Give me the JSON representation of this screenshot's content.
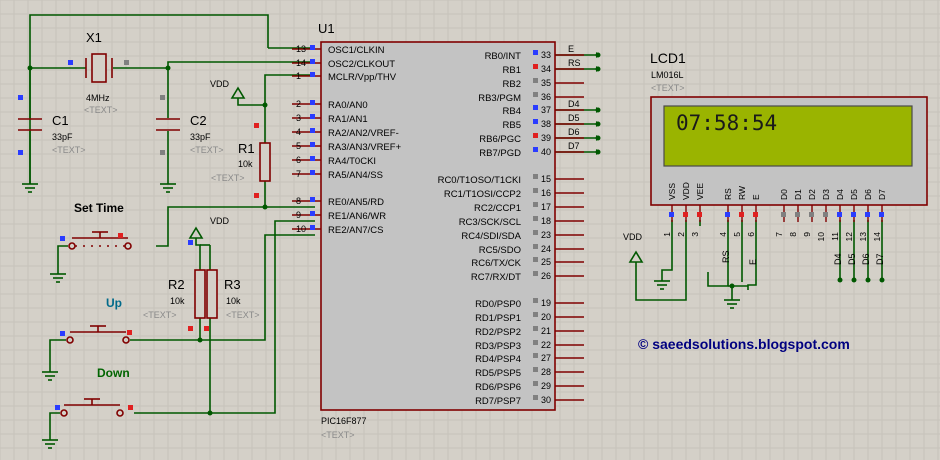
{
  "colors": {
    "wire": "#005800",
    "part": "#800000",
    "chip_fill": "#c3c3c3",
    "lcd_bezel": "#c3c3c3",
    "lcd_screen": "#9ab400",
    "lcd_text": "#1a1a1a",
    "pin_blue": "#2a3cff",
    "pin_red": "#e02020",
    "pin_gray": "#808080",
    "text": "#000000",
    "placeholder": "#8a8a8a",
    "label_blue": "#006a8a",
    "label_green": "#006400"
  },
  "mcu": {
    "ref": "U1",
    "part": "PIC16F877",
    "placeholder": "<TEXT>",
    "left_pins": [
      {
        "num": "13",
        "name": "OSC1/CLKIN"
      },
      {
        "num": "14",
        "name": "OSC2/CLKOUT"
      },
      {
        "num": "1",
        "name": "MCLR/Vpp/THV"
      },
      {
        "num": "2",
        "name": "RA0/AN0"
      },
      {
        "num": "3",
        "name": "RA1/AN1"
      },
      {
        "num": "4",
        "name": "RA2/AN2/VREF-"
      },
      {
        "num": "5",
        "name": "RA3/AN3/VREF+"
      },
      {
        "num": "6",
        "name": "RA4/T0CKI"
      },
      {
        "num": "7",
        "name": "RA5/AN4/SS"
      },
      {
        "num": "8",
        "name": "RE0/AN5/RD"
      },
      {
        "num": "9",
        "name": "RE1/AN6/WR"
      },
      {
        "num": "10",
        "name": "RE2/AN7/CS"
      }
    ],
    "right_pins": [
      {
        "num": "33",
        "name": "RB0/INT",
        "net": "E"
      },
      {
        "num": "34",
        "name": "RB1",
        "net": "RS"
      },
      {
        "num": "35",
        "name": "RB2",
        "net": ""
      },
      {
        "num": "36",
        "name": "RB3/PGM",
        "net": ""
      },
      {
        "num": "37",
        "name": "RB4",
        "net": "D4"
      },
      {
        "num": "38",
        "name": "RB5",
        "net": "D5"
      },
      {
        "num": "39",
        "name": "RB6/PGC",
        "net": "D6"
      },
      {
        "num": "40",
        "name": "RB7/PGD",
        "net": "D7"
      },
      {
        "num": "15",
        "name": "RC0/T1OSO/T1CKI",
        "net": ""
      },
      {
        "num": "16",
        "name": "RC1/T1OSI/CCP2",
        "net": ""
      },
      {
        "num": "17",
        "name": "RC2/CCP1",
        "net": ""
      },
      {
        "num": "18",
        "name": "RC3/SCK/SCL",
        "net": ""
      },
      {
        "num": "23",
        "name": "RC4/SDI/SDA",
        "net": ""
      },
      {
        "num": "24",
        "name": "RC5/SDO",
        "net": ""
      },
      {
        "num": "25",
        "name": "RC6/TX/CK",
        "net": ""
      },
      {
        "num": "26",
        "name": "RC7/RX/DT",
        "net": ""
      },
      {
        "num": "19",
        "name": "RD0/PSP0",
        "net": ""
      },
      {
        "num": "20",
        "name": "RD1/PSP1",
        "net": ""
      },
      {
        "num": "21",
        "name": "RD2/PSP2",
        "net": ""
      },
      {
        "num": "22",
        "name": "RD3/PSP3",
        "net": ""
      },
      {
        "num": "27",
        "name": "RD4/PSP4",
        "net": ""
      },
      {
        "num": "28",
        "name": "RD5/PSP5",
        "net": ""
      },
      {
        "num": "29",
        "name": "RD6/PSP6",
        "net": ""
      },
      {
        "num": "30",
        "name": "RD7/PSP7",
        "net": ""
      }
    ]
  },
  "crystal": {
    "ref": "X1",
    "value": "4MHz",
    "placeholder": "<TEXT>"
  },
  "c1": {
    "ref": "C1",
    "value": "33pF",
    "placeholder": "<TEXT>"
  },
  "c2": {
    "ref": "C2",
    "value": "33pF",
    "placeholder": "<TEXT>"
  },
  "r1": {
    "ref": "R1",
    "value": "10k",
    "placeholder": "<TEXT>"
  },
  "r2": {
    "ref": "R2",
    "value": "10k",
    "placeholder": "<TEXT>"
  },
  "r3": {
    "ref": "R3",
    "value": "10k",
    "placeholder": "<TEXT>"
  },
  "vdd_label": "VDD",
  "buttons": {
    "set_time": "Set Time",
    "up": "Up",
    "down": "Down"
  },
  "lcd": {
    "ref": "LCD1",
    "part": "LM016L",
    "placeholder": "<TEXT>",
    "display_text": "07:58:54",
    "pins": [
      {
        "num": "1",
        "name": "VSS"
      },
      {
        "num": "2",
        "name": "VDD"
      },
      {
        "num": "3",
        "name": "VEE"
      },
      {
        "num": "4",
        "name": "RS"
      },
      {
        "num": "5",
        "name": "RW"
      },
      {
        "num": "6",
        "name": "E"
      },
      {
        "num": "7",
        "name": "D0"
      },
      {
        "num": "8",
        "name": "D1"
      },
      {
        "num": "9",
        "name": "D2"
      },
      {
        "num": "10",
        "name": "D3"
      },
      {
        "num": "11",
        "name": "D4"
      },
      {
        "num": "12",
        "name": "D5"
      },
      {
        "num": "13",
        "name": "D6"
      },
      {
        "num": "14",
        "name": "D7"
      }
    ],
    "net_labels": {
      "rs": "RS",
      "e": "E",
      "d4": "D4",
      "d5": "D5",
      "d6": "D6",
      "d7": "D7"
    }
  },
  "watermark": "© saeedsolutions.blogspot.com"
}
